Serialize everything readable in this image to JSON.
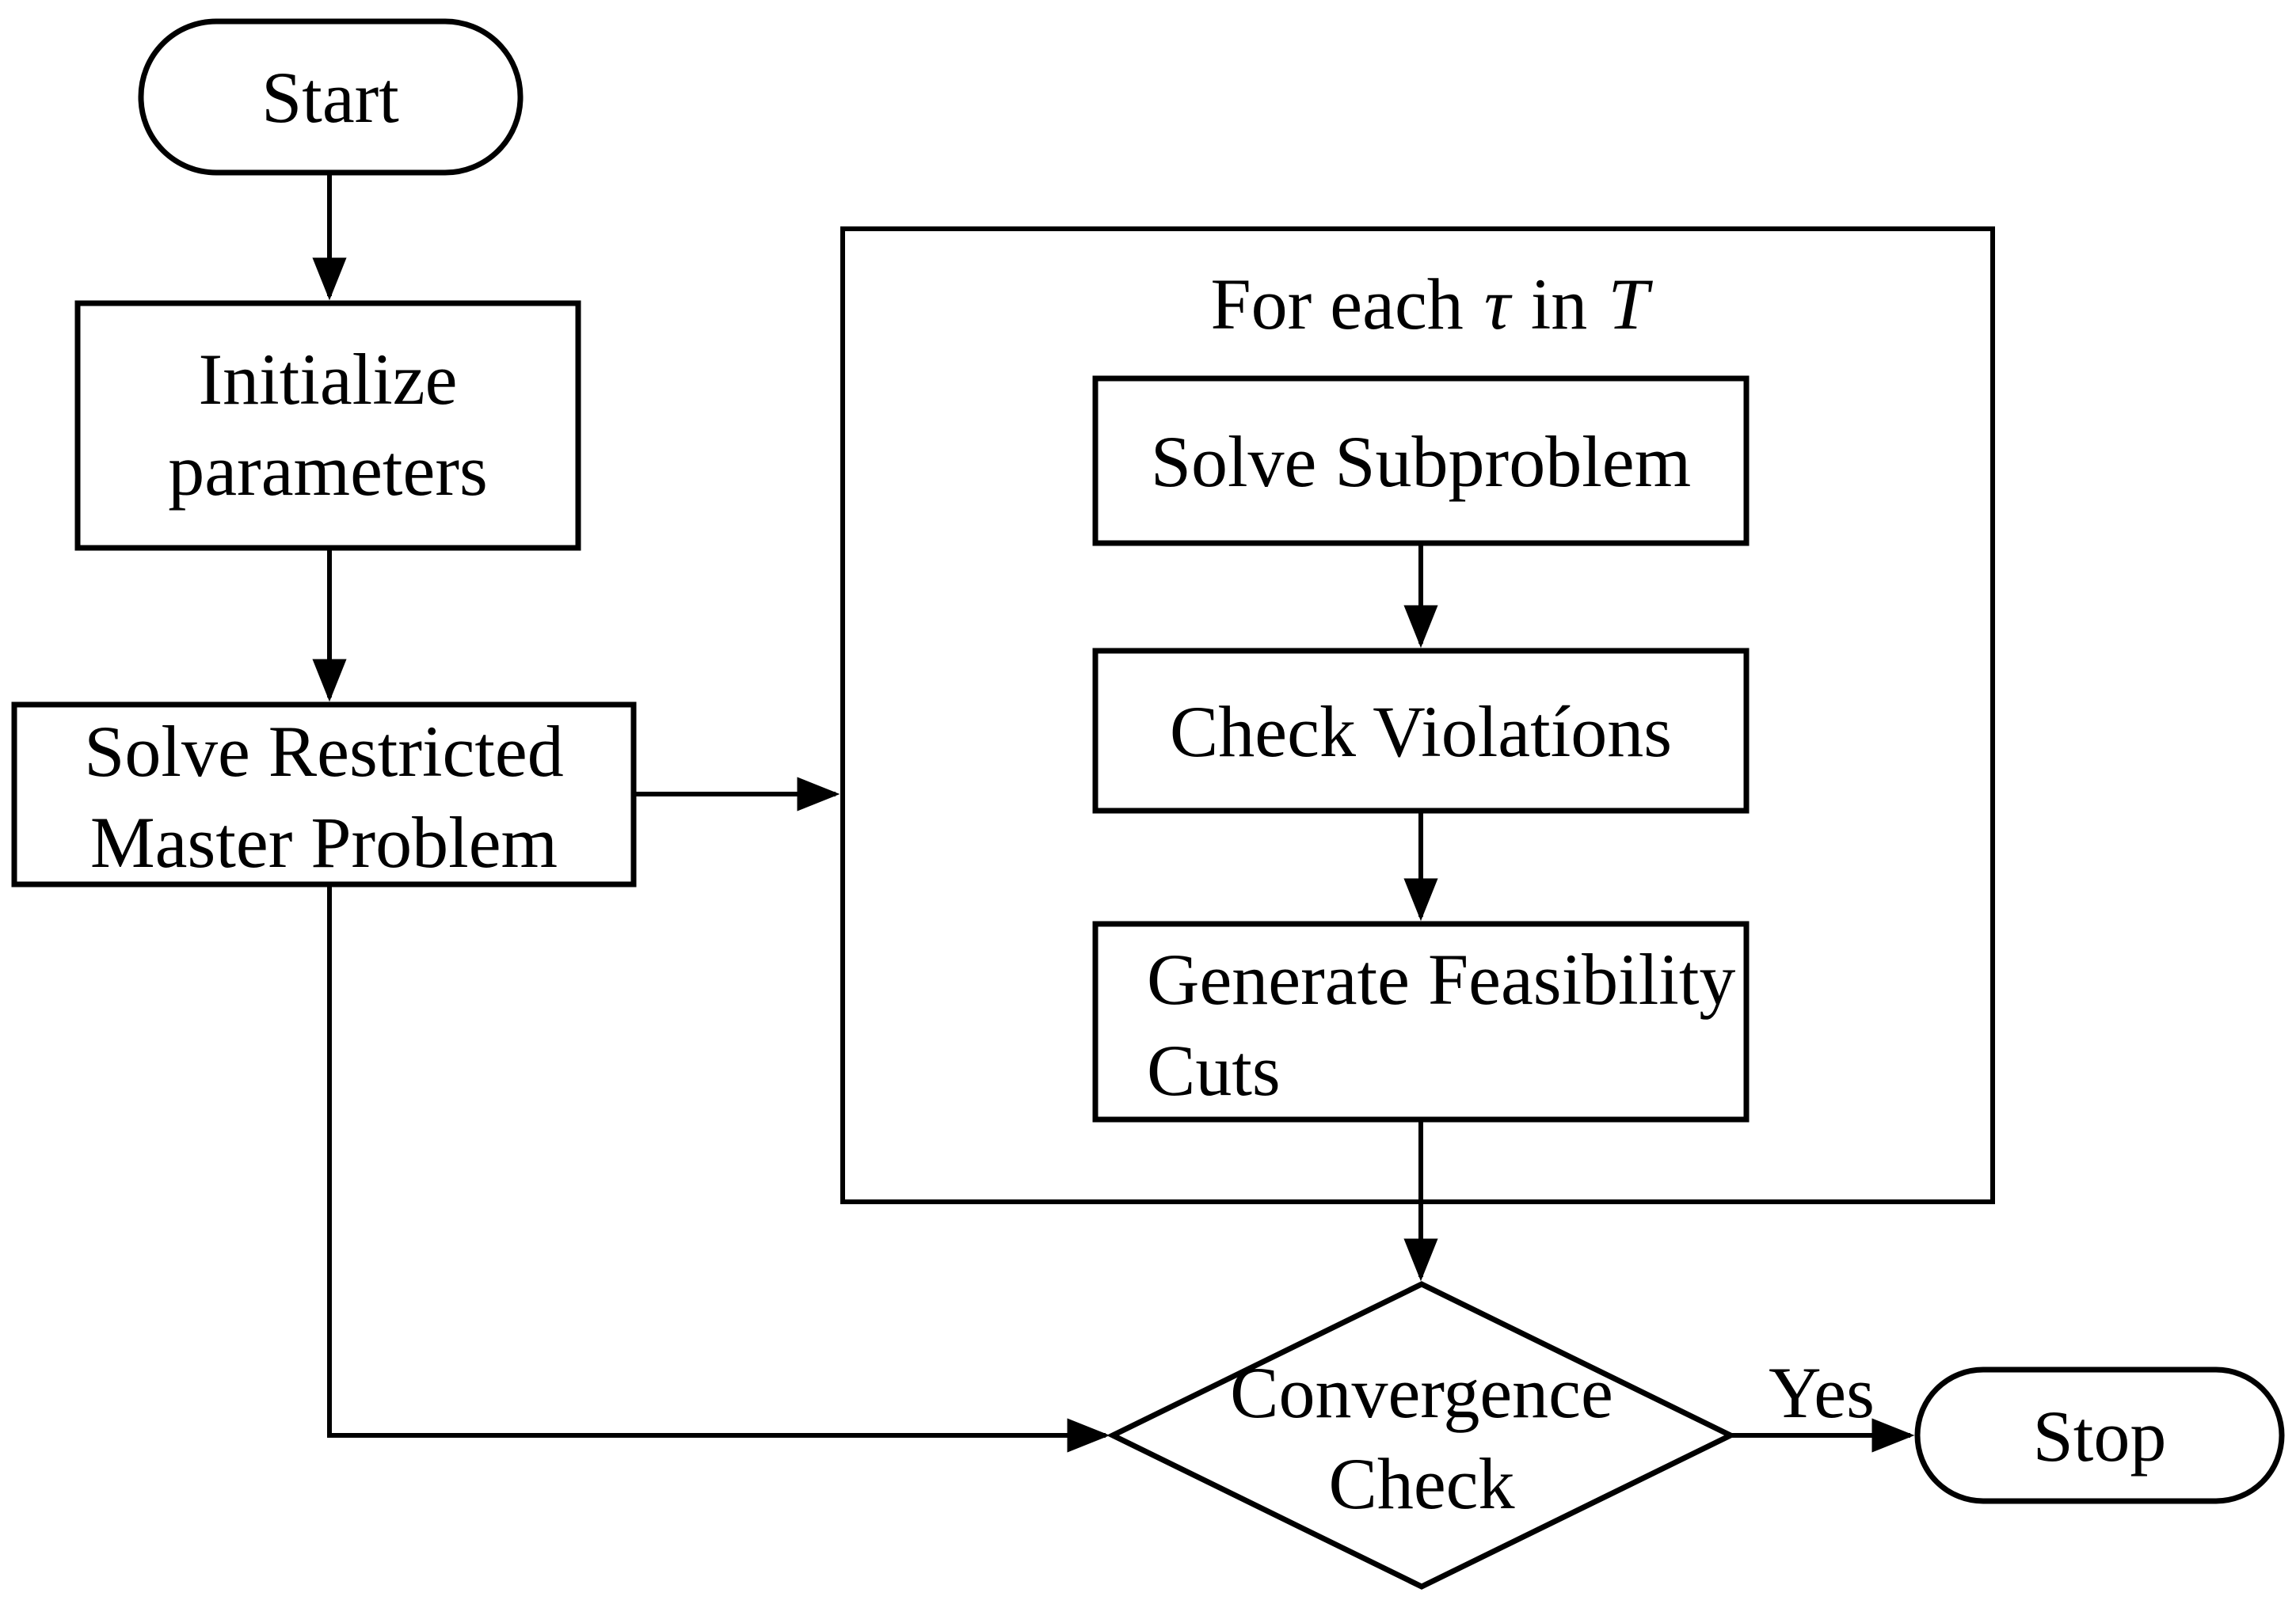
{
  "diagram": {
    "background_color": "#ffffff",
    "line_color": "#000000",
    "nodes": {
      "start": {
        "label": "Start"
      },
      "init": {
        "line1": "Initialize",
        "line2": "parameters"
      },
      "master": {
        "line1": "Solve Restricted",
        "line2": "Master Problem"
      },
      "loop": {
        "title_prefix": "For each",
        "title_tau": "τ",
        "title_mid": "in",
        "title_set": "T"
      },
      "subproblem": {
        "label": "Solve Subproblem"
      },
      "violations": {
        "label": "Check Violatíons"
      },
      "generate": {
        "line1": "Generate Feasibility",
        "line2": "Cuts"
      },
      "convergence": {
        "line1": "Convergence",
        "line2": "Check"
      },
      "stop": {
        "label": "Stop"
      }
    },
    "edges": {
      "yes_label": "Yes"
    }
  }
}
